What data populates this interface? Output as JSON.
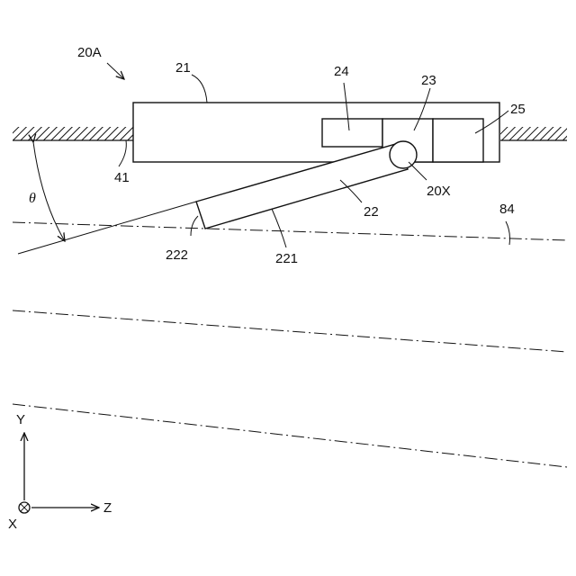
{
  "labels": {
    "assembly": "20A",
    "housing": "21",
    "arm": "22",
    "part23": "23",
    "part24": "24",
    "part25": "25",
    "axis": "20X",
    "surface": "41",
    "line84": "84",
    "arm_side": "221",
    "arm_end": "222",
    "angle": "θ"
  },
  "axes": {
    "y": "Y",
    "z": "Z",
    "x": "X"
  }
}
